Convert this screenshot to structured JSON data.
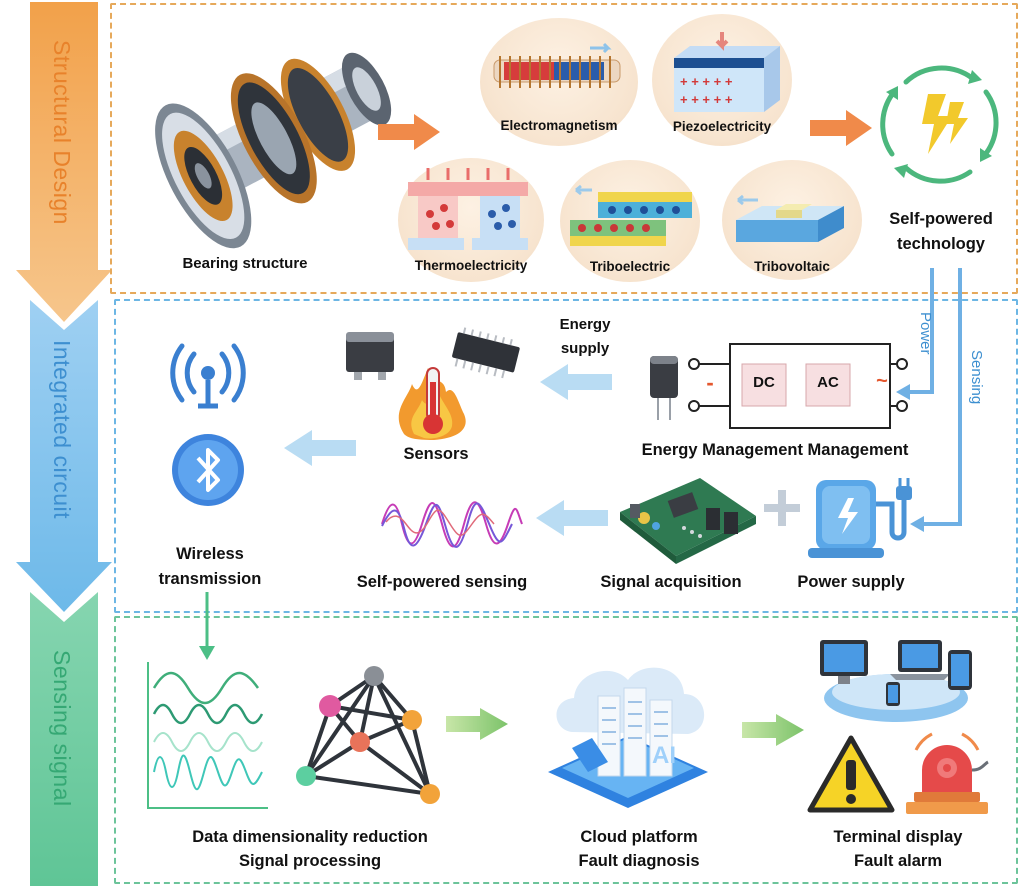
{
  "side_labels": {
    "structural": "Structural Design",
    "integrated": "Integrated circuit",
    "sensing": "Sensing signal"
  },
  "structural": {
    "bearing": "Bearing structure",
    "electromagnetism": "Electromagnetism",
    "piezoelectricity": "Piezoelectricity",
    "thermoelectricity": "Thermoelectricity",
    "triboelectric": "Triboelectric",
    "tribovoltaic": "Tribovoltaic",
    "self_powered_line1": "Self-powered",
    "self_powered_line2": "technology"
  },
  "circuit": {
    "power_arrow": "Power",
    "sensing_arrow": "Sensing",
    "energy_supply_line1": "Energy",
    "energy_supply_line2": "supply",
    "dc": "DC",
    "ac": "AC",
    "minus": "-",
    "tilde": "~",
    "energy_management": "Energy Management Management",
    "sensors": "Sensors",
    "wireless_line1": "Wireless",
    "wireless_line2": "transmission",
    "self_powered_sensing": "Self-powered sensing",
    "signal_acquisition": "Signal acquisition",
    "power_supply": "Power supply"
  },
  "signal": {
    "data_line1": "Data dimensionality reduction",
    "data_line2": "Signal processing",
    "cloud_line1": "Cloud platform",
    "cloud_line2": "Fault diagnosis",
    "terminal_line1": "Terminal display",
    "terminal_line2": "Fault alarm",
    "ai_text": "AI"
  },
  "colors": {
    "orange": "#f0a04a",
    "blue": "#5fb0e6",
    "green": "#58bf8e",
    "panel_orange": "#e6a95b",
    "panel_blue": "#6cb6e4",
    "panel_green": "#6cc49a"
  },
  "icons": [
    "bearing-icon",
    "wifi-icon",
    "bluetooth-icon",
    "cpu-chip-icon",
    "thermometer-fire-icon",
    "capacitor-icon",
    "circuit-board-icon",
    "charging-station-icon",
    "plug-icon",
    "network-graph-icon",
    "cloud-server-icon",
    "devices-icon",
    "warning-icon",
    "alarm-bell-icon",
    "lightning-cycle-icon"
  ]
}
